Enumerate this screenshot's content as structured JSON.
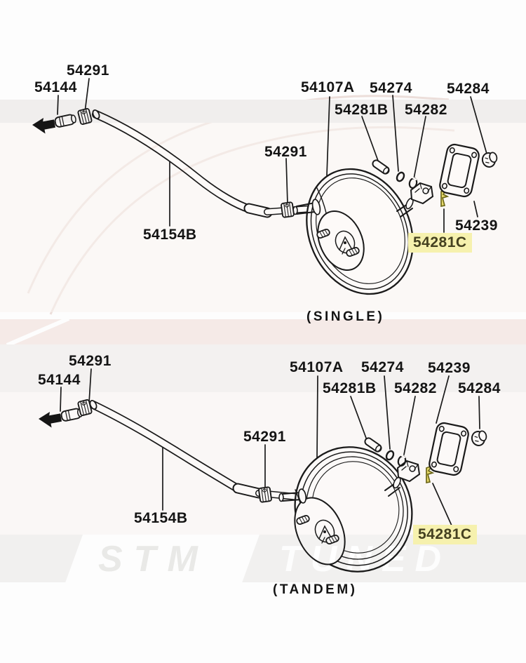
{
  "colors": {
    "highlight_bg": "#f6f1ae",
    "highlight_text": "#454120",
    "line": "#1a1a1a",
    "snap_pin_fill": "#eadf6d",
    "snap_pin_stroke": "#6e6a1a"
  },
  "watermark": {
    "stm": "STM",
    "tuned": "TUNED"
  },
  "single": {
    "caption": "(SINGLE)",
    "parts": [
      {
        "text": "54291",
        "highlighted": false
      },
      {
        "text": "54144",
        "highlighted": false
      },
      {
        "text": "54107A",
        "highlighted": false
      },
      {
        "text": "54274",
        "highlighted": false
      },
      {
        "text": "54284",
        "highlighted": false
      },
      {
        "text": "54281B",
        "highlighted": false
      },
      {
        "text": "54282",
        "highlighted": false
      },
      {
        "text": "54291",
        "highlighted": false
      },
      {
        "text": "54154B",
        "highlighted": false
      },
      {
        "text": "54239",
        "highlighted": false
      },
      {
        "text": "54281C",
        "highlighted": true
      }
    ]
  },
  "tandem": {
    "caption": "(TANDEM)",
    "parts": [
      {
        "text": "54291",
        "highlighted": false
      },
      {
        "text": "54144",
        "highlighted": false
      },
      {
        "text": "54107A",
        "highlighted": false
      },
      {
        "text": "54274",
        "highlighted": false
      },
      {
        "text": "54239",
        "highlighted": false
      },
      {
        "text": "54281B",
        "highlighted": false
      },
      {
        "text": "54282",
        "highlighted": false
      },
      {
        "text": "54284",
        "highlighted": false
      },
      {
        "text": "54291",
        "highlighted": false
      },
      {
        "text": "54154B",
        "highlighted": false
      },
      {
        "text": "54281C",
        "highlighted": true
      }
    ]
  }
}
